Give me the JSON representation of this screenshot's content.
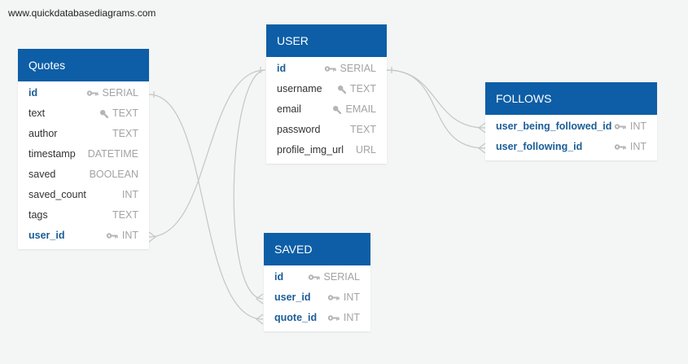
{
  "watermark": "www.quickdatabasediagrams.com",
  "colors": {
    "header": "#0d5ea6",
    "connector": "#c4c6c7",
    "key_text": "#1a5d96",
    "type_text": "#a3a3a3"
  },
  "tables": {
    "quotes": {
      "title": "Quotes",
      "fields": [
        {
          "name": "id",
          "type": "SERIAL",
          "icon": "key-icon",
          "key": true
        },
        {
          "name": "text",
          "type": "TEXT",
          "icon": "search-icon",
          "key": false
        },
        {
          "name": "author",
          "type": "TEXT",
          "icon": "",
          "key": false
        },
        {
          "name": "timestamp",
          "type": "DATETIME",
          "icon": "",
          "key": false
        },
        {
          "name": "saved",
          "type": "BOOLEAN",
          "icon": "",
          "key": false
        },
        {
          "name": "saved_count",
          "type": "INT",
          "icon": "",
          "key": false
        },
        {
          "name": "tags",
          "type": "TEXT",
          "icon": "",
          "key": false
        },
        {
          "name": "user_id",
          "type": "INT",
          "icon": "key-icon",
          "key": true
        }
      ]
    },
    "user": {
      "title": "USER",
      "fields": [
        {
          "name": "id",
          "type": "SERIAL",
          "icon": "key-icon",
          "key": true
        },
        {
          "name": "username",
          "type": "TEXT",
          "icon": "search-icon",
          "key": false
        },
        {
          "name": "email",
          "type": "EMAIL",
          "icon": "search-icon",
          "key": false
        },
        {
          "name": "password",
          "type": "TEXT",
          "icon": "",
          "key": false
        },
        {
          "name": "profile_img_url",
          "type": "URL",
          "icon": "",
          "key": false
        }
      ]
    },
    "follows": {
      "title": "FOLLOWS",
      "fields": [
        {
          "name": "user_being_followed_id",
          "type": "INT",
          "icon": "key-icon",
          "key": true
        },
        {
          "name": "user_following_id",
          "type": "INT",
          "icon": "key-icon",
          "key": true
        }
      ]
    },
    "saved": {
      "title": "SAVED",
      "fields": [
        {
          "name": "id",
          "type": "SERIAL",
          "icon": "key-icon",
          "key": true
        },
        {
          "name": "user_id",
          "type": "INT",
          "icon": "key-icon",
          "key": true
        },
        {
          "name": "quote_id",
          "type": "INT",
          "icon": "key-icon",
          "key": true
        }
      ]
    }
  }
}
